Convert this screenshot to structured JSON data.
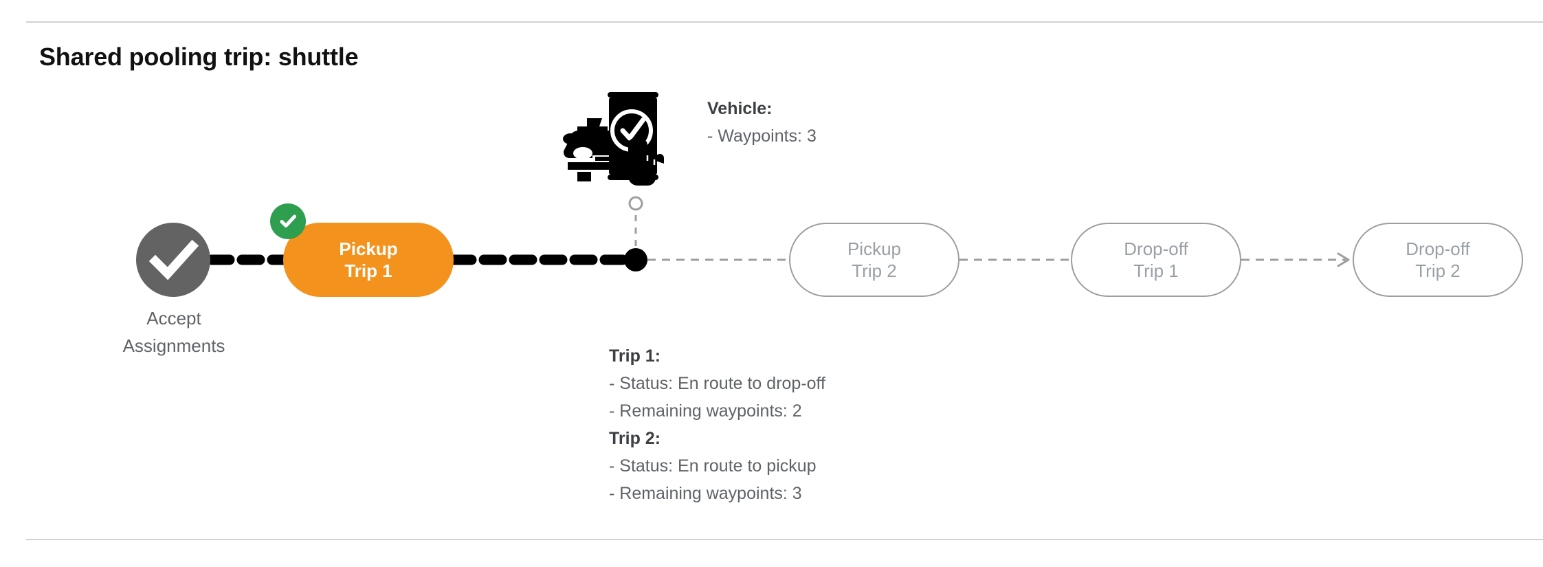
{
  "page": {
    "title": "Shared pooling trip: shuttle"
  },
  "colors": {
    "active_node": "#f4921e",
    "completed_node": "#636363",
    "complete_badge": "#2e9e4f",
    "pending_node_border": "#9e9e9e",
    "pending_node_text": "#9aa0a6",
    "completed_path": "#000000",
    "pending_path": "#9e9e9e",
    "divider": "#d2d2d2",
    "text": "#5f6368"
  },
  "flow": {
    "start_node": {
      "label": "Accept\nAssignments",
      "icon": "check-circle-icon",
      "state": "completed"
    },
    "nodes": [
      {
        "id": "pickup-trip-1",
        "line1": "Pickup",
        "line2": "Trip 1",
        "state": "active",
        "badge": "check-icon"
      },
      {
        "id": "pickup-trip-2",
        "line1": "Pickup",
        "line2": "Trip 2",
        "state": "pending",
        "badge": null
      },
      {
        "id": "dropoff-trip-1",
        "line1": "Drop-off",
        "line2": "Trip 1",
        "state": "pending",
        "badge": null
      },
      {
        "id": "dropoff-trip-2",
        "line1": "Drop-off",
        "line2": "Trip 2",
        "state": "pending",
        "badge": null
      }
    ],
    "vehicle_marker": {
      "icon": "vehicle-position-dot",
      "connector": "dashed-vertical-line",
      "handle": "hollow-circle-icon"
    }
  },
  "vehicle_info": {
    "heading": "Vehicle",
    "heading_suffix": ":",
    "waypoints_line": "- Waypoints: 3",
    "waypoints_value": "3"
  },
  "trip_info": {
    "trip1": {
      "heading": "Trip 1",
      "heading_suffix": ":",
      "status_line": "- Status:  En route to drop-off",
      "status_value": "En route to drop-off",
      "waypoints_line": "- Remaining waypoints: 2",
      "waypoints_value": "2"
    },
    "trip2": {
      "heading": "Trip 2",
      "heading_suffix": ":",
      "status_line": "- Status:  En route to pickup",
      "status_value": "En route to pickup",
      "waypoints_line": "- Remaining waypoints: 3",
      "waypoints_value": "3"
    }
  }
}
